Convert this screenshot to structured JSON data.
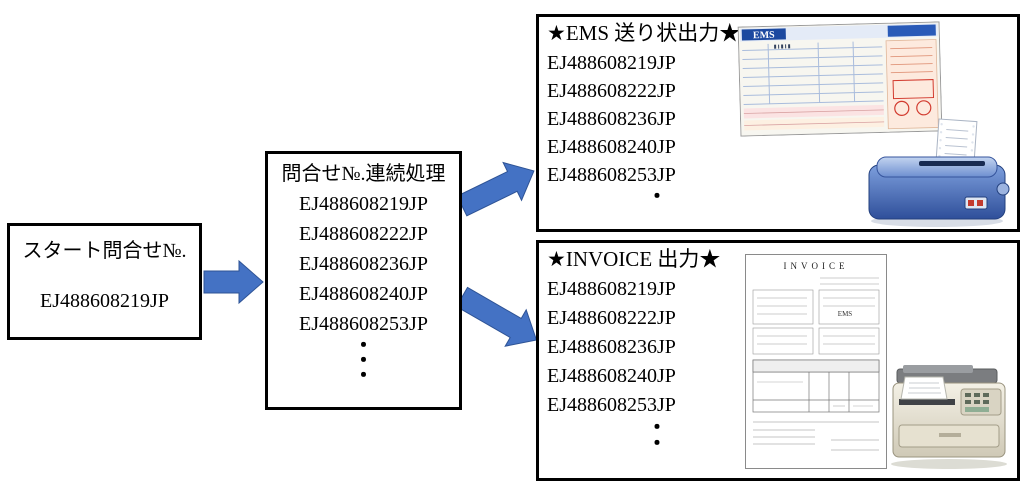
{
  "colors": {
    "arrow_fill": "#4472C4",
    "arrow_stroke": "#2E5395",
    "box_border": "#000000",
    "background": "#FFFFFF"
  },
  "start_box": {
    "title": "スタート問合せ№.",
    "number": "EJ488608219JP"
  },
  "process_box": {
    "title": "問合せ№.連続処理",
    "numbers": [
      "EJ488608219JP",
      "EJ488608222JP",
      "EJ488608236JP",
      "EJ488608240JP",
      "EJ488608253JP"
    ],
    "dots": [
      "・",
      "・",
      "・"
    ]
  },
  "ems_box": {
    "title": "★EMS 送り状出力★",
    "numbers": [
      "EJ488608219JP",
      "EJ488608222JP",
      "EJ488608236JP",
      "EJ488608240JP",
      "EJ488608253JP"
    ],
    "dots": [
      "・"
    ],
    "form_logo": "EMS",
    "icons": {
      "form": "ems-shipping-label-form",
      "printer": "dot-matrix-printer"
    }
  },
  "invoice_box": {
    "title": "★INVOICE 出力★",
    "numbers": [
      "EJ488608219JP",
      "EJ488608222JP",
      "EJ488608236JP",
      "EJ488608240JP",
      "EJ488608253JP"
    ],
    "dots": [
      "・",
      "・"
    ],
    "document_title": "INVOICE",
    "icons": {
      "document": "invoice-document",
      "fax": "fax-machine"
    }
  }
}
